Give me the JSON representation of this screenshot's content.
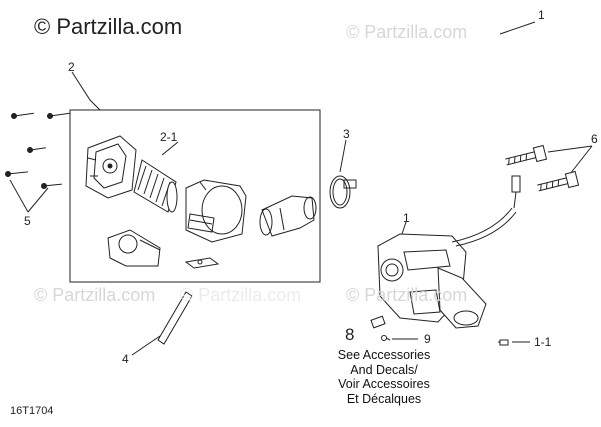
{
  "watermarks": {
    "main": "© Partzilla.com",
    "faded": [
      "© Partzilla.com",
      "© Partzilla.com",
      "© Partzilla.com",
      "© Partzilla.com"
    ]
  },
  "callouts": {
    "c1_top": "1",
    "c2": "2",
    "c2_1": "2-1",
    "c3": "3",
    "c4": "4",
    "c5": "5",
    "c6": "6",
    "c1_throttle": "1",
    "c8": "8",
    "c9": "9",
    "c1_1": "1-1"
  },
  "note": {
    "lines": [
      "See Accessories",
      "And Decals/",
      "Voir Accessoires",
      "Et Décalques"
    ]
  },
  "diagram_code": "16T1704"
}
